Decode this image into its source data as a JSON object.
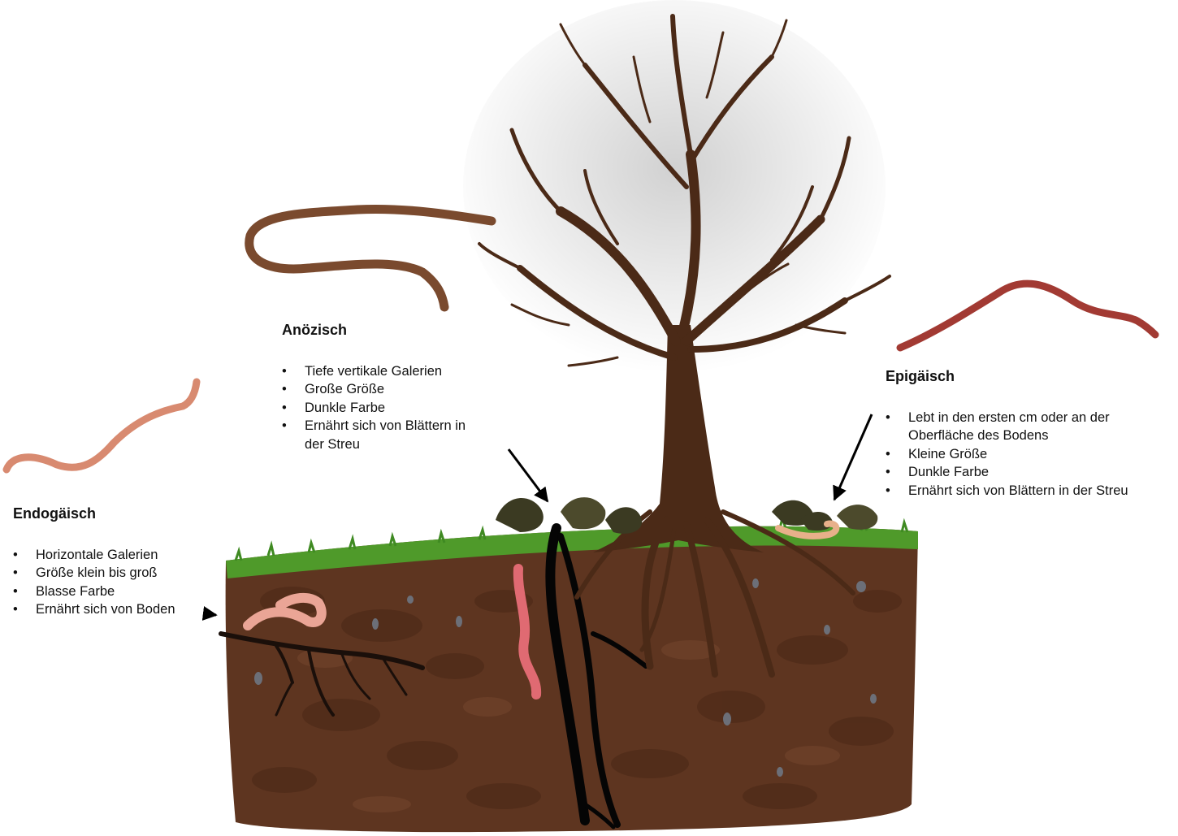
{
  "groups": [
    {
      "key": "endo",
      "title": "Endogäisch",
      "bullets": [
        "Horizontale Galerien",
        "Größe klein bis groß",
        "Blasse Farbe",
        "Ernährt sich von Boden"
      ]
    },
    {
      "key": "aneo",
      "title": "Anözisch",
      "bullets": [
        "Tiefe vertikale Galerien",
        "Große Größe",
        "Dunkle Farbe",
        "Ernährt sich von Blättern in der Streu"
      ]
    },
    {
      "key": "epi",
      "title": "Epigäisch",
      "bullets": [
        "Lebt in den ersten cm oder an der Oberfläche des Bodens",
        "Kleine Größe",
        "Dunkle Farbe",
        "Ernährt sich von Blättern in der Streu"
      ]
    }
  ],
  "colors": {
    "soil": "#5e3520",
    "soil_dark": "#4a2716",
    "grass": "#4f9a2a",
    "trunk": "#4b2a17",
    "worm_anecic": "#7a4a2e",
    "worm_endogeic": "#e8a89a",
    "worm_epigeic": "#a23a33",
    "worm_underground_vertical": "#e06a72",
    "litter": "#3b3a22"
  }
}
